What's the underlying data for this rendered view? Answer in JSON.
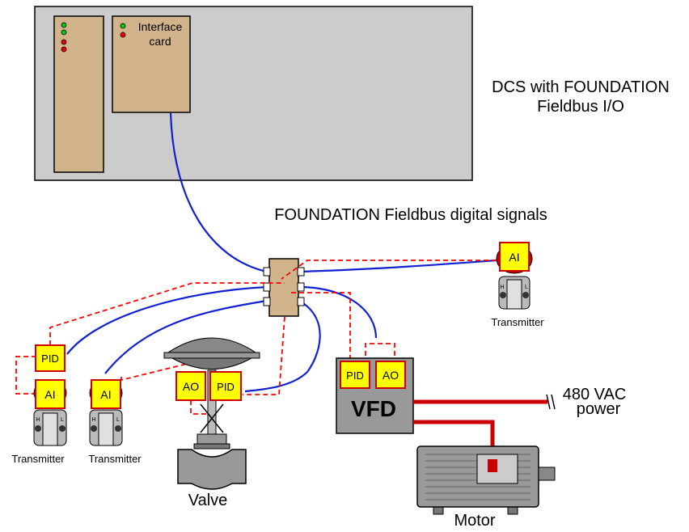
{
  "dcs": {
    "title_line1": "DCS with FOUNDATION",
    "title_line2": "Fieldbus I/O",
    "card_label_line1": "Interface",
    "card_label_line2": "card"
  },
  "network": {
    "title": "FOUNDATION Fieldbus digital signals"
  },
  "blocks": {
    "ai": "AI",
    "pid": "PID",
    "ao": "AO"
  },
  "transmitter_h": "H",
  "transmitter_l": "L",
  "devices": {
    "transmitter_right": "Transmitter",
    "transmitter_left1": "Transmitter",
    "transmitter_left2": "Transmitter",
    "valve": "Valve",
    "vfd": "VFD",
    "power_line1": "480 VAC",
    "power_line2": "power",
    "motor": "Motor"
  },
  "colors": {
    "cable": "#1020d0",
    "signal": "#ff0000",
    "block_fill": "#ffff00",
    "card_fill": "#d2b48c",
    "dcs_fill": "#cccccc",
    "power": "#cc0000"
  }
}
